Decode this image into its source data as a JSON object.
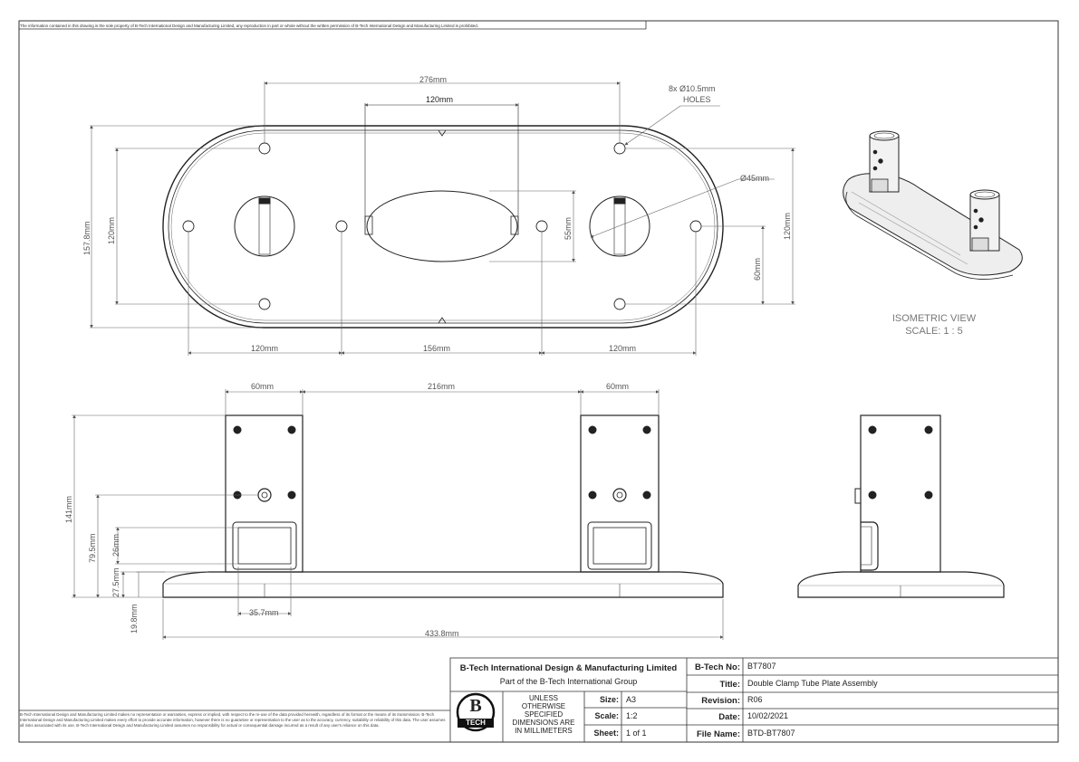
{
  "notice": "The information contained in this drawing is the sole property of B-Tech International Design and Manufacturing Limited, any reproduction in part or whole without the written permission of B-Tech International Design and Manufacturing Limited is prohibited.",
  "disclaimer": "B-Tech International Design and Manufacturing Limited makes no representation or warranties, express or implied, with respect to the re-use of the data provided herewith, regardless of its format or the means of its transmission. B-Tech International Design and Manufacturing Limited makes every effort to provide accurate information, however there is no guarantee or representation to the user as to the accuracy, currency, suitability or reliability of this data. The user assumes all risks associated with its use. B-Tech International Design and Manufacturing Limited assumes no responsibility for actual or consequential damage incurred as a result of any user's reliance on this data.",
  "top_view": {
    "overall_width": "276mm",
    "slot_width": "120mm",
    "holes_note_1": "8x Ø10.5mm",
    "holes_note_2": "HOLES",
    "diameter": "Ø45mm",
    "overall_height": "157.8mm",
    "inner_height": "120mm",
    "slot_height": "55mm",
    "right_height": "120mm",
    "right_half": "60mm",
    "bottom_left": "120mm",
    "bottom_mid": "156mm",
    "bottom_right": "120mm"
  },
  "front_view": {
    "tube_left": "60mm",
    "tube_gap": "216mm",
    "tube_right": "60mm",
    "height_total": "141mm",
    "height_hole": "79.5mm",
    "clamp_height": "26mm",
    "clamp_base": "27.5mm",
    "base_thickness": "19.8mm",
    "clamp_width": "35.7mm",
    "base_length": "433.8mm"
  },
  "isometric": {
    "line1": "ISOMETRIC VIEW",
    "line2": "SCALE: 1 : 5"
  },
  "title_block": {
    "company": "B-Tech International Design & Manufacturing Limited",
    "group": "Part of the B-Tech International Group",
    "logo_top": "B",
    "logo_bottom": "TECH",
    "unless_1": "UNLESS",
    "unless_2": "OTHERWISE",
    "unless_3": "SPECIFIED",
    "unless_4": "DIMENSIONS ARE",
    "unless_5": "IN MILLIMETERS",
    "size_label": "Size:",
    "size_value": "A3",
    "scale_label": "Scale:",
    "scale_value": "1:2",
    "sheet_label": "Sheet:",
    "sheet_value": "1 of 1",
    "btech_no_label": "B-Tech No:",
    "btech_no_value": "BT7807",
    "title_label": "Title:",
    "title_value": "Double Clamp Tube Plate Assembly",
    "revision_label": "Revision:",
    "revision_value": "R06",
    "date_label": "Date:",
    "date_value": "10/02/2021",
    "file_label": "File Name:",
    "file_value": "BTD-BT7807"
  }
}
